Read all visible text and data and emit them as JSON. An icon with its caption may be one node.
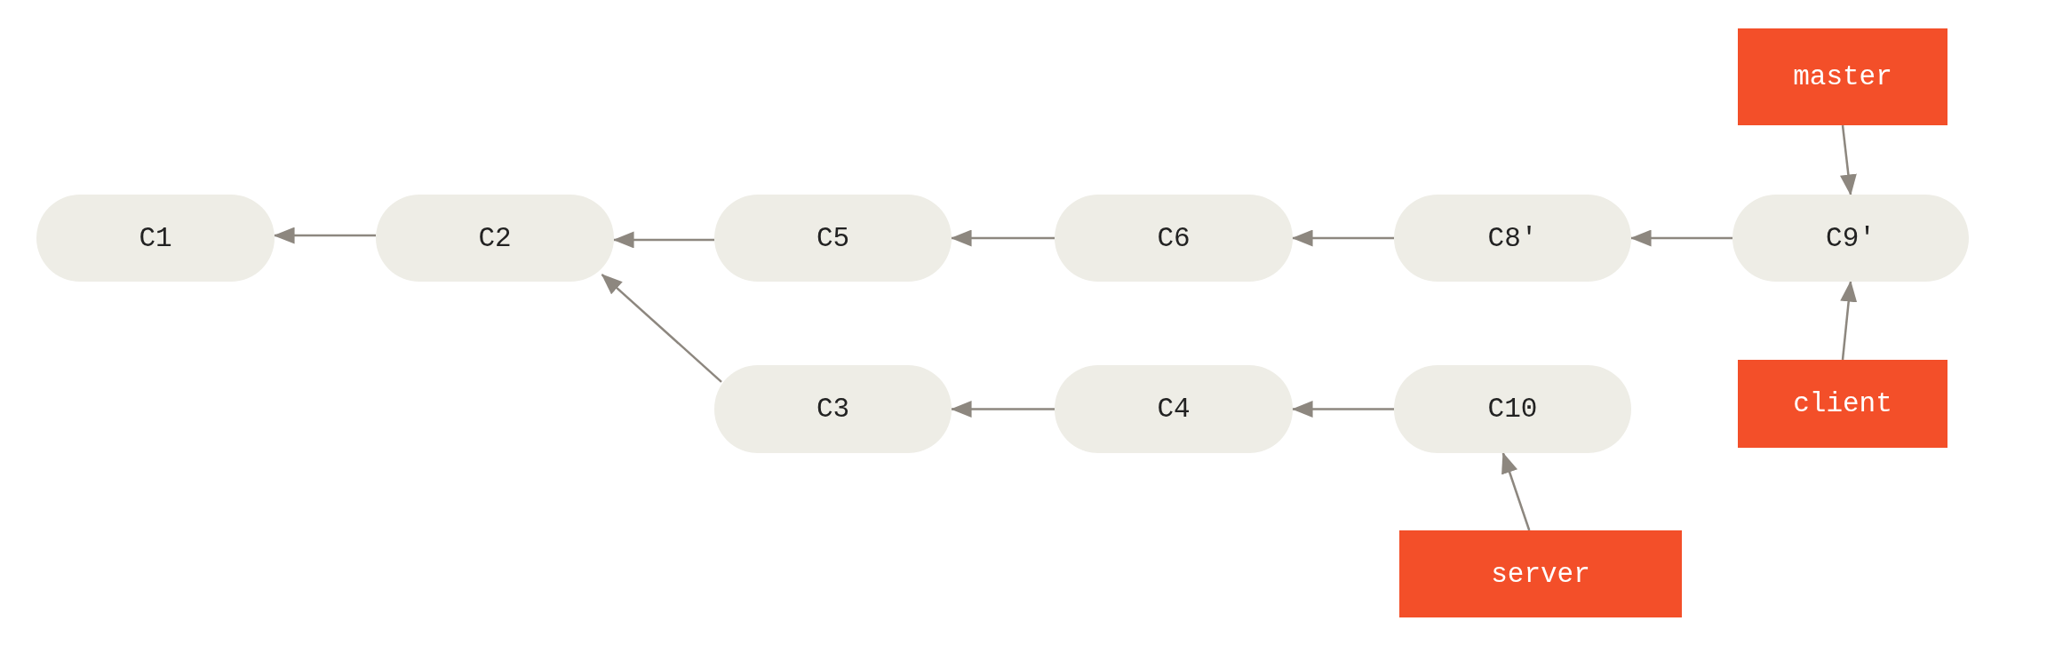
{
  "diagram": {
    "nodes": [
      {
        "text": [
          "master"
        ]
      },
      {
        "text": [
          "C1"
        ]
      },
      {
        "text": [
          "C2"
        ]
      },
      {
        "text": [
          "C5"
        ]
      },
      {
        "text": [
          "C6"
        ]
      },
      {
        "text": [
          "C8'"
        ]
      },
      {
        "text": [
          "C9'"
        ]
      },
      {
        "text": [
          "C3"
        ]
      },
      {
        "text": [
          "C4"
        ]
      },
      {
        "text": [
          "C10"
        ]
      },
      {
        "text": [
          "client"
        ]
      },
      {
        "text": [
          "server"
        ]
      }
    ],
    "edges": [
      {
        "from": 2,
        "to": 1,
        "arrow": "to"
      },
      {
        "from": 3,
        "to": 2,
        "arrow": "to"
      },
      {
        "from": 4,
        "to": 3,
        "arrow": "to"
      },
      {
        "from": 5,
        "to": 4,
        "arrow": "to"
      },
      {
        "from": 6,
        "to": 5,
        "arrow": "to"
      },
      {
        "from": 0,
        "to": 6,
        "arrow": "to"
      },
      {
        "from": 7,
        "to": 2,
        "arrow": "to"
      },
      {
        "from": 8,
        "to": 7,
        "arrow": "to"
      },
      {
        "from": 9,
        "to": 8,
        "arrow": "to"
      },
      {
        "from": 10,
        "to": 6,
        "arrow": "to"
      },
      {
        "from": 11,
        "to": 9,
        "arrow": "to"
      }
    ]
  }
}
